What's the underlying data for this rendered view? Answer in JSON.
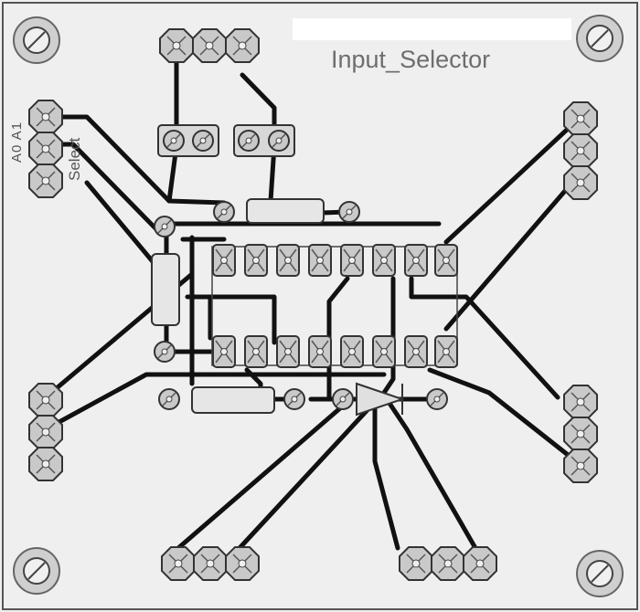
{
  "board": {
    "title": "Input_Selector",
    "select_label": "Select",
    "pin_label": "A0  A1"
  },
  "colors": {
    "background": "#efefef",
    "trace": "#111111",
    "pad_fill": "#c9c9c9",
    "pad_stroke": "#333333",
    "outline": "#555555"
  },
  "components": {
    "mounting_holes": 4,
    "ic_pins_per_row": 8,
    "connectors": [
      "top-header",
      "left-upper-header",
      "left-lower-header",
      "right-upper-header",
      "right-lower-header",
      "bottom-left-header",
      "bottom-right-header"
    ],
    "discretes": [
      "capacitor-c1",
      "capacitor-c2",
      "resistor-r1",
      "resistor-r2",
      "resistor-r3",
      "diode-d1"
    ]
  }
}
